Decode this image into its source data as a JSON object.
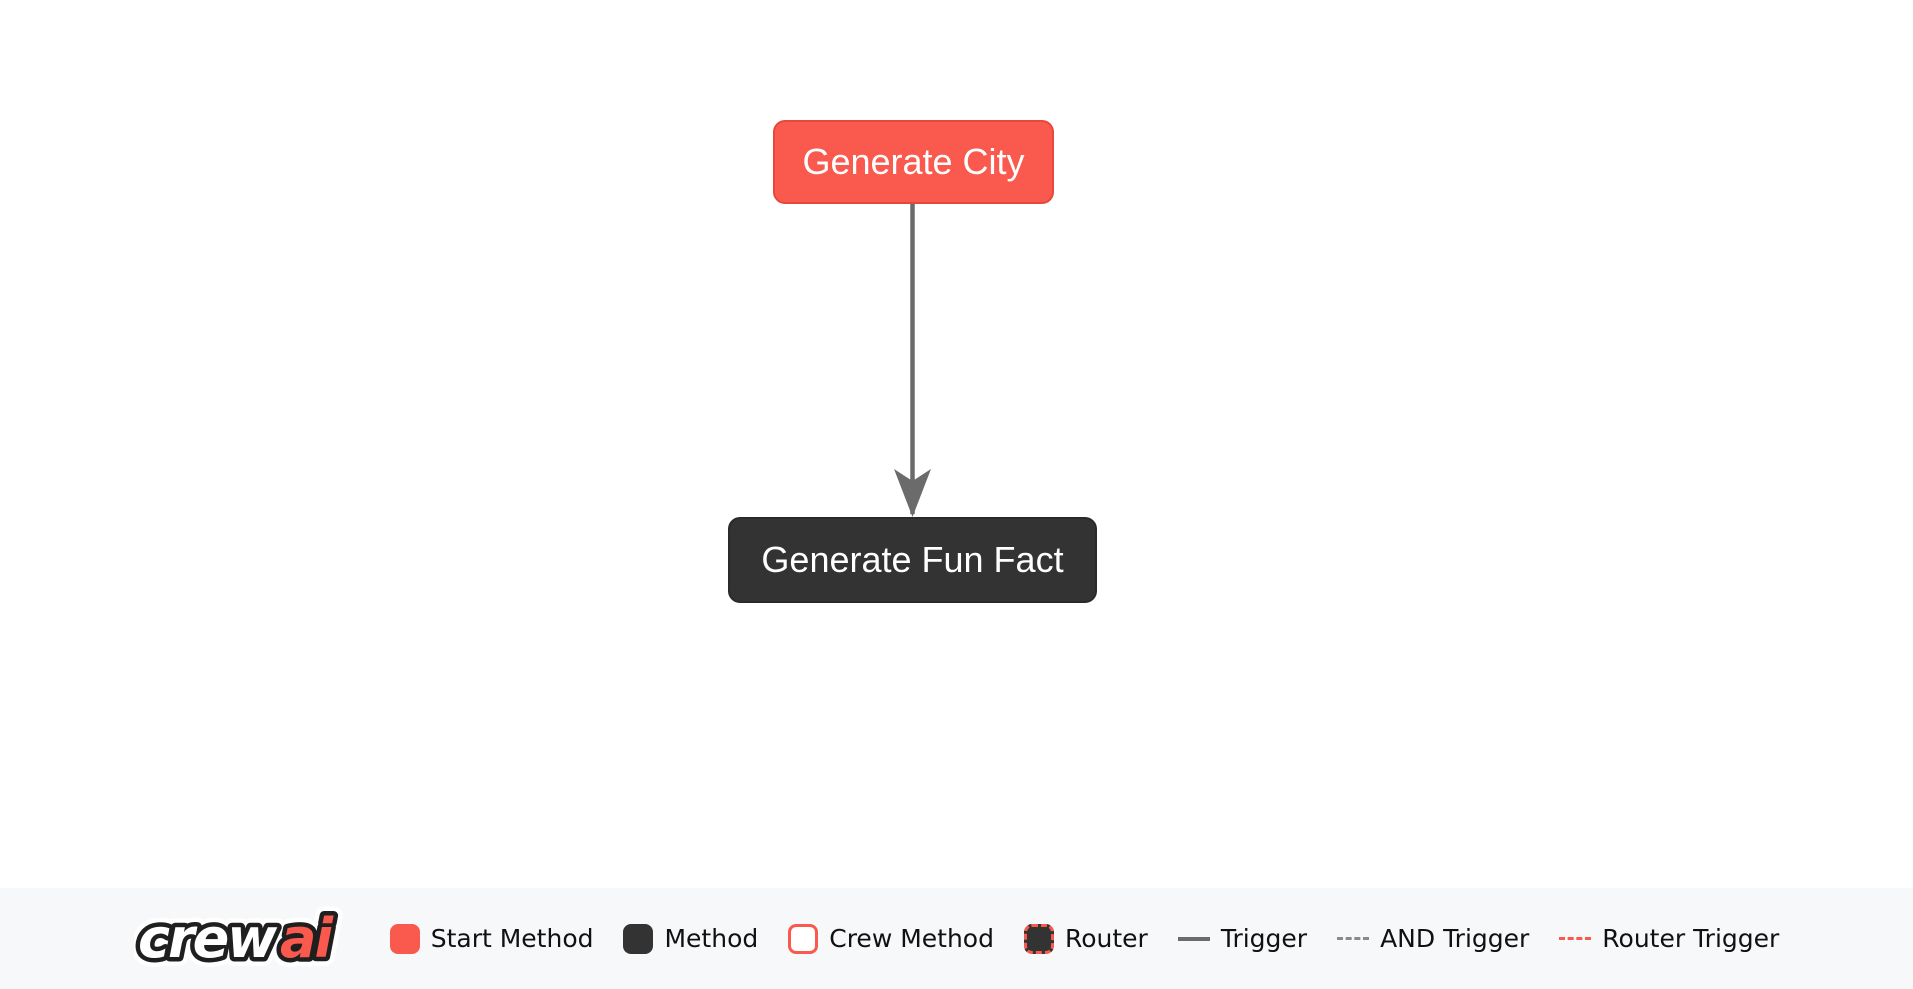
{
  "colors": {
    "start": "#FA594E",
    "start_border": "#E8473B",
    "method": "#333333",
    "method_border": "#2A2A2A",
    "edge": "#6B6B6B",
    "node_text": "#FFFFFF",
    "legend_text": "#111111",
    "footer_bg": "#F7F8F9",
    "logo_outline": "#1F1F1F",
    "logo_crew_fill": "#FFFFFF"
  },
  "flow": {
    "nodes": [
      {
        "id": "generate_city",
        "label": "Generate City",
        "type": "start-method"
      },
      {
        "id": "generate_fun_fact",
        "label": "Generate Fun Fact",
        "type": "method"
      }
    ],
    "edges": [
      {
        "from": "generate_city",
        "to": "generate_fun_fact",
        "type": "trigger"
      }
    ]
  },
  "footer": {
    "logo": {
      "crew": "crew",
      "ai": "ai"
    },
    "legend": [
      {
        "label": "Start Method",
        "swatch": "start-square"
      },
      {
        "label": "Method",
        "swatch": "method-square"
      },
      {
        "label": "Crew Method",
        "swatch": "crew-method-square"
      },
      {
        "label": "Router",
        "swatch": "router-square"
      },
      {
        "label": "Trigger",
        "swatch": "solid-gray-line"
      },
      {
        "label": "AND Trigger",
        "swatch": "dashed-gray-line"
      },
      {
        "label": "Router Trigger",
        "swatch": "dashed-red-line"
      }
    ]
  }
}
